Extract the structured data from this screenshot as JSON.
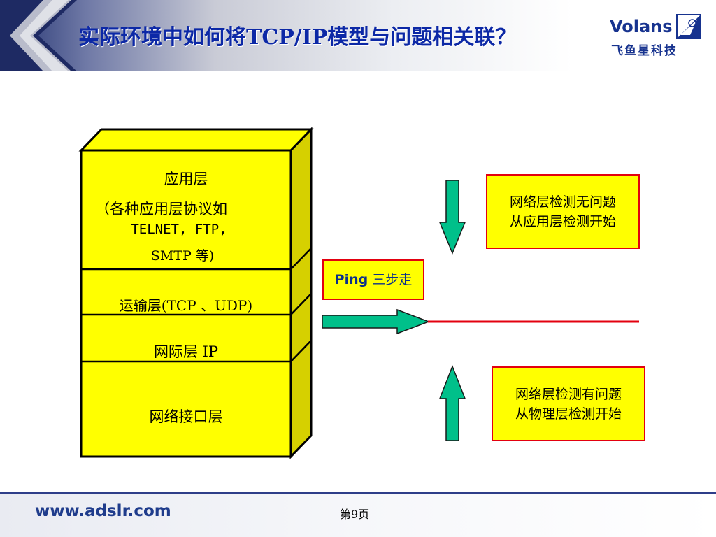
{
  "title": "实际环境中如何将TCP/IP模型与问题相关联？",
  "logo": {
    "name": "Volans",
    "subtitle": "飞鱼星科技"
  },
  "layers": {
    "application": {
      "line1": "应用层",
      "line2": "（各种应用层协议如",
      "line3": "TELNET, FTP,",
      "line4": "SMTP 等)"
    },
    "transport": "运输层(TCP 、UDP)",
    "internet": "网际层 IP",
    "network_interface": "网络接口层"
  },
  "ping": {
    "label_en": "Ping",
    "label_cn": "三步走"
  },
  "notes": {
    "top": {
      "line1": "网络层检测无问题",
      "line2": "从应用层检测开始"
    },
    "bottom": {
      "line1": "网络层检测有问题",
      "line2": "从物理层检测开始"
    }
  },
  "colors": {
    "box_fill": "#ffff00",
    "arrow_fill": "#00c08a",
    "divider": "#e3000f",
    "border": "#e3000f",
    "title": "#0c28a6"
  },
  "footer": {
    "url": "www.adslr.com",
    "page": "第9页"
  }
}
